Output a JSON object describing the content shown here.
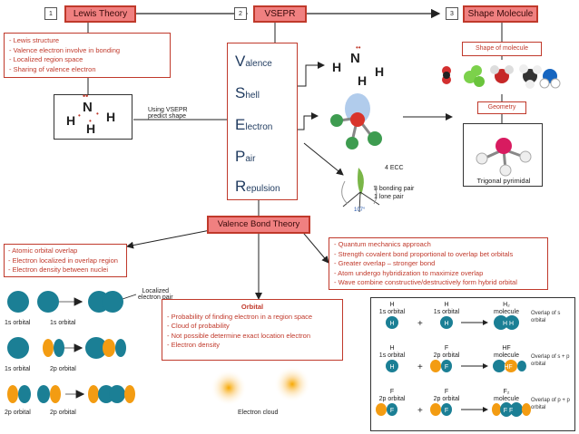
{
  "step1": {
    "num": "1",
    "title": "Lewis Theory"
  },
  "step2": {
    "num": "2",
    "title": "VSEPR"
  },
  "step3": {
    "num": "3",
    "title": "Shape Molecule"
  },
  "lewis_points": [
    "Lewis structure",
    "Valence electron involve in bonding",
    "Localized region space",
    "Sharing of valence electron"
  ],
  "using_vsepr": [
    "Using VSEPR",
    "predict shape"
  ],
  "vsepr_words": [
    {
      "cap": "V",
      "rest": "alence"
    },
    {
      "cap": "S",
      "rest": "hell"
    },
    {
      "cap": "E",
      "rest": "lectron"
    },
    {
      "cap": "P",
      "rest": "air"
    },
    {
      "cap": "R",
      "rest": "epulsion"
    }
  ],
  "ecc": {
    "count": "4 ECC",
    "bonding": "3 bonding pair",
    "lone": "1 lone pair",
    "angle": "107°"
  },
  "shape_of_molecule": "Shape of molecule",
  "geometry": "Geometry",
  "trigonal": "Trigonal pyrimidal",
  "vbt_title": "Valence Bond Theory",
  "vbt_left": [
    "Atomic orbital overlap",
    "Electron localized in overlap region",
    "Electron density between nuclei"
  ],
  "vbt_right": [
    "Quantum mechanics approach",
    "Strength covalent bond proportional to overlap bet orbitals",
    "Greater overlap – stronger bond",
    "Atom undergo hybridization to maximize overlap",
    "Wave combine constructive/destructively form hybrid orbital"
  ],
  "localized": [
    "Localized",
    "electron pair"
  ],
  "orbital_labels": [
    [
      "1s orbital",
      "1s orbital"
    ],
    [
      "1s orbital",
      "2p orbital"
    ],
    [
      "2p orbital",
      "2p orbital"
    ]
  ],
  "orbital_box": {
    "title": "Orbital",
    "points": [
      "Probability of finding electron in a region space",
      "Cloud of probability",
      "Not possible determine exact location electron",
      "Electron density"
    ]
  },
  "electron_cloud": "Electron   cloud",
  "overlap_rows": [
    {
      "a": "H",
      "a_orb": "1s orbital",
      "b": "H",
      "b_orb": "1s orbital",
      "mol": "H₂",
      "mol_lbl": "molecule",
      "desc": "Overlap of s orbital",
      "a_sym": "H",
      "b_sym": "H",
      "m_sym": "H H"
    },
    {
      "a": "H",
      "a_orb": "1s orbital",
      "b": "F",
      "b_orb": "2p orbital",
      "mol": "HF",
      "mol_lbl": "molecule",
      "desc": "Overlap of s + p orbital",
      "a_sym": "H",
      "b_sym": "F",
      "m_sym": "HF"
    },
    {
      "a": "F",
      "a_orb": "2p orbital",
      "b": "F",
      "b_orb": "2p orbital",
      "mol": "F₂",
      "mol_lbl": "molecule",
      "desc": "Overlap of p + p orbital",
      "a_sym": "F",
      "b_sym": "F",
      "m_sym": "F F"
    }
  ],
  "lewis_atoms": {
    "N": "N",
    "H": "H",
    "dots": "••"
  },
  "colors": {
    "header_fill": "#f08080",
    "border_red": "#c0392b",
    "teal": "#1b7f95",
    "orange": "#f39c12",
    "text_blue": "#1f3a5f"
  }
}
